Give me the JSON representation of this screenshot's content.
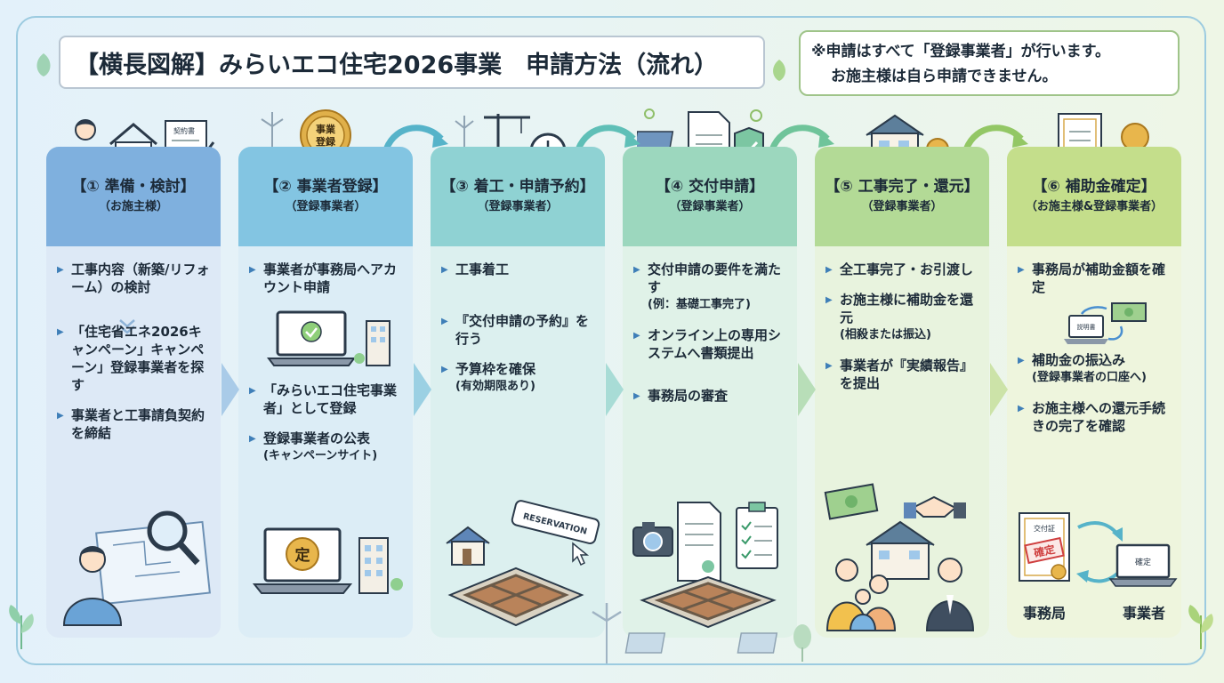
{
  "title": "【横長図解】みらいエコ住宅2026事業　申請方法（流れ）",
  "notice": {
    "line1": "※申請はすべて「登録事業者」が行います。",
    "line2": "お施主様は自ら申請できません。"
  },
  "steps": [
    {
      "title": "【① 準備・検討】",
      "role": "（お施主様）",
      "bullets": [
        {
          "text": "工事内容（新築/リフォーム）の検討"
        },
        {
          "text": "「住宅省エネ2026キャンペーン」キャンペーン」登録事業者を探す"
        },
        {
          "text": "事業者と工事請負契約を締結"
        }
      ],
      "icon_labels": {
        "contract": "契約書"
      }
    },
    {
      "title": "【② 事業者登録】",
      "role": "（登録事業者）",
      "bullets": [
        {
          "text": "事業者が事務局へアカウント申請"
        },
        {
          "text": "「みらいエコ住宅事業者」として登録"
        },
        {
          "text": "登録事業者の公表",
          "sub": "(キャンペーンサイト)"
        }
      ],
      "icon_labels": {
        "badge_line1": "事業",
        "badge_line2": "登録",
        "seal": "定"
      }
    },
    {
      "title": "【③ 着工・申請予約】",
      "role": "（登録事業者）",
      "bullets": [
        {
          "text": "工事着工"
        },
        {
          "text": "『交付申請の予約』を行う"
        },
        {
          "text": "予算枠を確保",
          "sub": "(有効期限あり)"
        }
      ],
      "icon_labels": {
        "reservation": "RESERVATION"
      }
    },
    {
      "title": "【④ 交付申請】",
      "role": "（登録事業者）",
      "bullets": [
        {
          "text": "交付申請の要件を満たす",
          "sub": "(例：基礎工事完了)"
        },
        {
          "text": "オンライン上の専用システムへ書類提出"
        },
        {
          "text": "事務局の審査"
        }
      ]
    },
    {
      "title": "【⑤ 工事完了・還元】",
      "role": "（登録事業者）",
      "bullets": [
        {
          "text": "全工事完了・お引渡し"
        },
        {
          "text": "お施主様に補助金を還元",
          "sub": "(相殺または振込)"
        },
        {
          "text": "事業者が『実績報告』を提出"
        }
      ]
    },
    {
      "title": "【⑥ 補助金確定】",
      "role": "（お施主様&登録事業者）",
      "bullets": [
        {
          "text": "事務局が補助金額を確定"
        },
        {
          "text": "補助金の振込み",
          "sub": "(登録事業者の口座へ)"
        },
        {
          "text": "お施主様への還元手続きの完了を確認"
        }
      ],
      "icon_labels": {
        "laptop": "説明書",
        "certificate": "交付証",
        "stamp": "確定",
        "laptop2": "確定"
      },
      "bottom_labels": {
        "office": "事務局",
        "business": "事業者"
      }
    }
  ],
  "colors": {
    "step1_head": "#7fb0de",
    "step1_body": "#dde9f6",
    "step2_head": "#83c5e2",
    "step2_body": "#dcedf6",
    "step3_head": "#8fd2d3",
    "step3_body": "#dcf0ef",
    "step4_head": "#9cd7be",
    "step4_body": "#e0f2e8",
    "step5_head": "#b3da96",
    "step5_body": "#e8f3de",
    "step6_head": "#c4de8b",
    "step6_body": "#eef5dd"
  }
}
